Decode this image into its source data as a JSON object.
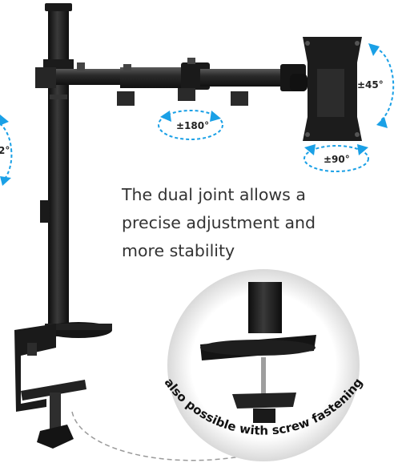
{
  "product_description": {
    "lines": [
      "The dual joint allows a",
      "precise adjustment and",
      "more stability"
    ]
  },
  "rotation_labels": {
    "swivel": "±180°",
    "tilt": "±45°",
    "rotate": "±90°",
    "left_partial": "2°"
  },
  "inset": {
    "caption": "also possible with screw fastening"
  },
  "colors": {
    "arrow_accent": "#1aa0e6",
    "metal": "#1e1e1e",
    "text": "#333333"
  }
}
